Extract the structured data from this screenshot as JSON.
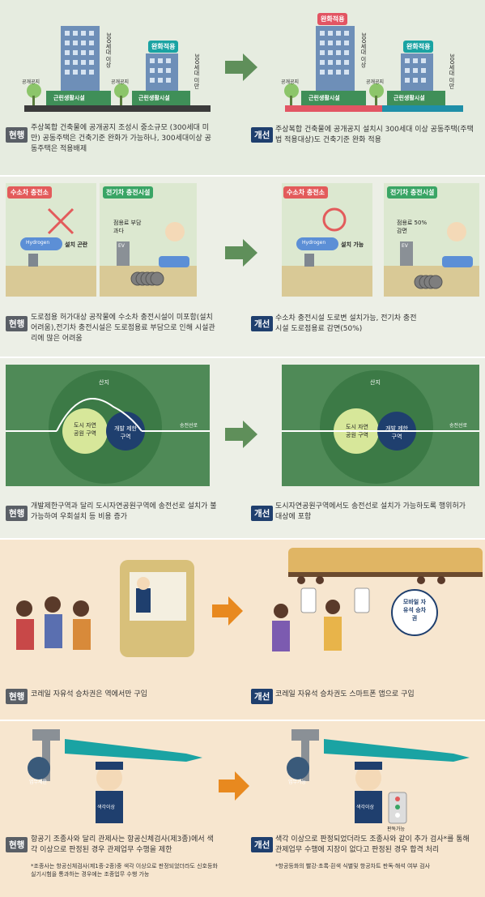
{
  "p1": {
    "public_space": "공개공지",
    "building_large": "300세대 이상",
    "building_small": "300세대 미만",
    "relax_badge": "완화적용",
    "convenience": "근린생활시설",
    "cur_tag": "현행",
    "cur_text": "주상복합 건축물에 공개공지 조성시 중소규모 (300세대 미만) 공동주택은 건축기준 완화가 가능하나, 300세대이상 공동주택은 적용배제",
    "imp_tag": "개선",
    "imp_text": "주상복합 건축물에 공개공지 설치시 300세대 이상 공동주택(주택법 적용대상)도 건축기준 완화 적용"
  },
  "p2": {
    "hydrogen_station": "수소차 충전소",
    "ev_station": "전기차 충전시설",
    "hydrogen": "Hydrogen",
    "install_hard": "설치 곤란",
    "install_ok": "설치 가능",
    "fee_excess": "점용료 부담 과다",
    "fee_cut": "점용료 50% 감면",
    "ev": "EV",
    "cur_tag": "현행",
    "cur_text": "도로점용 허가대상 공작물에 수소차 충전시설이 미포함(설치 어려움),전기차 충전시설은 도로점용료 부담으로 인해 시설관리에 많은 어려움",
    "imp_tag": "개선",
    "imp_text": "수소차 충전시설 도로변 설치가능, 전기차 충전시설 도로점용료 감면(50%)"
  },
  "p3": {
    "mountain": "산지",
    "park": "도시 자연공원 구역",
    "restrict": "개발 제한 구역",
    "line": "송전선로",
    "cur_tag": "현행",
    "cur_text": "개발제한구역과 달리 도시자연공원구역에 송전선로 설치가 불가능하여 우회설치 등 비용 증가",
    "imp_tag": "개선",
    "imp_text": "도시자연공원구역에서도 송전선로 설치가 가능하도록 행위허가 대상에 포함"
  },
  "p4": {
    "mobile_ticket": "모바일 자유석 승차권",
    "cur_tag": "현행",
    "cur_text": "코레일 자유석 승차권은 역에서만 구입",
    "imp_tag": "개선",
    "imp_text": "코레일 자유석 승차권도 스마트폰 앱으로 구입"
  },
  "p5": {
    "work_limit": "업무제한",
    "work_ok": "업무가능",
    "color_issue": "색각이상",
    "judge_ok": "판독가능",
    "cur_tag": "현행",
    "cur_text": "항공기 조종사와 달리 관제사는 항공신체검사(제3종)에서 색각 이상으로 판정된 경우 관제업무 수행을 제한",
    "cur_note": "*조종사는 항공신체검사(제1종·2종)중 색각 이상으로 판정되었더라도 신호등화실기시험을 통과하는 경우에는 조종업무 수행 가능",
    "imp_tag": "개선",
    "imp_text": "색각 이상으로 판정되었더라도 조종사와 같이 추가 검사*를 통해 관제업무 수행에 지장이 없다고 판정된 경우 합격 처리",
    "imp_note": "*항공등화의 빨강·초록·흰색 식별및 항공차트 판독·해석 여부 검사"
  },
  "colors": {
    "arrow_green": "#5f8f5a",
    "arrow_orange": "#e8891f",
    "cur": "#5a5f66",
    "imp": "#1f3f6e",
    "relax": "#e25563",
    "road_dark": "#3b3b3b",
    "teal": "#1aa3a3",
    "ev_green": "#3aa565",
    "hydro_red": "#e35b5b"
  }
}
